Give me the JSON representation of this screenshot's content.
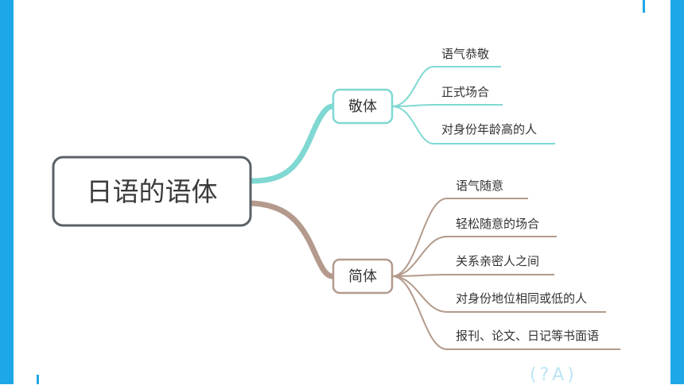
{
  "colors": {
    "frame": "#1ea7e8",
    "branch_formal": "#7fd8d2",
    "branch_plain": "#b39a8c",
    "root_border": "#5b6168"
  },
  "mindmap": {
    "root": {
      "label": "日语的语体"
    },
    "branches": [
      {
        "label": "敬体",
        "children": [
          "语气恭敬",
          "正式场合",
          "对身份年龄高的人"
        ]
      },
      {
        "label": "简体",
        "children": [
          "语气随意",
          "轻松随意的场合",
          "关系亲密人之间",
          "对身份地位相同或低的人",
          "报刊、论文、日记等书面语"
        ]
      }
    ]
  },
  "watermark": {
    "text": "(?A)"
  }
}
